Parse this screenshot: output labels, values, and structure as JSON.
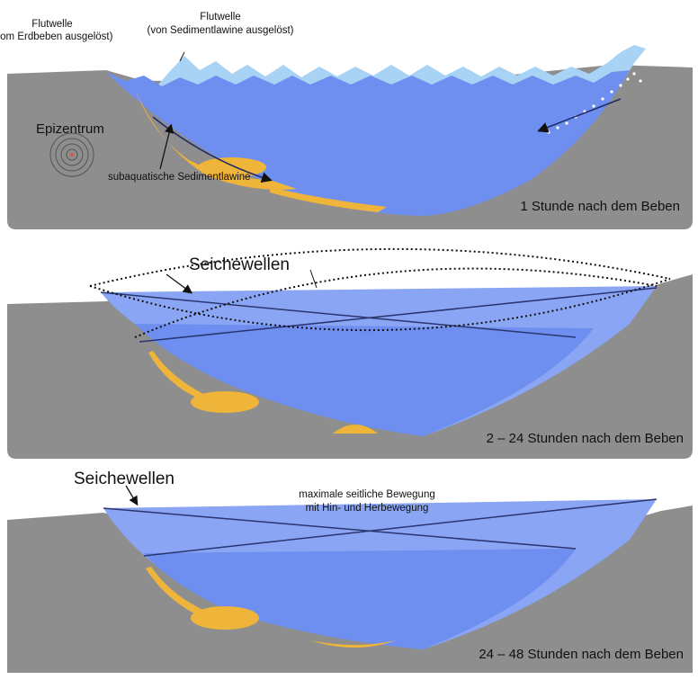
{
  "panels": [
    {
      "caption": "1 Stunde nach dem Beben",
      "labels": {
        "flood_wave_quake_line1": "Flutwelle",
        "flood_wave_quake_line2": "(vom Erdbeben ausgelöst)",
        "flood_wave_slide_line1": "Flutwelle",
        "flood_wave_slide_line2": "(von Sedimentlawine ausgelöst)",
        "epicenter": "Epizentrum",
        "subaqueous_slide": "subaquatische Sedimentlawine"
      }
    },
    {
      "caption": "2 – 24 Stunden nach dem Beben",
      "labels": {
        "seiche_waves": "Seichewellen"
      }
    },
    {
      "caption": "24 – 48 Stunden nach dem Beben",
      "labels": {
        "seiche_waves": "Seichewellen",
        "max_motion_line1": "maximale seitliche Bewegung",
        "max_motion_line2": "mit Hin- und Herbewegung"
      }
    }
  ],
  "colors": {
    "rock": "#8e8e8e",
    "water": "#6f8ff0",
    "water_light": "#8aa5f3",
    "wave_light": "#a9d3f5",
    "sediment": "#efb43a"
  }
}
